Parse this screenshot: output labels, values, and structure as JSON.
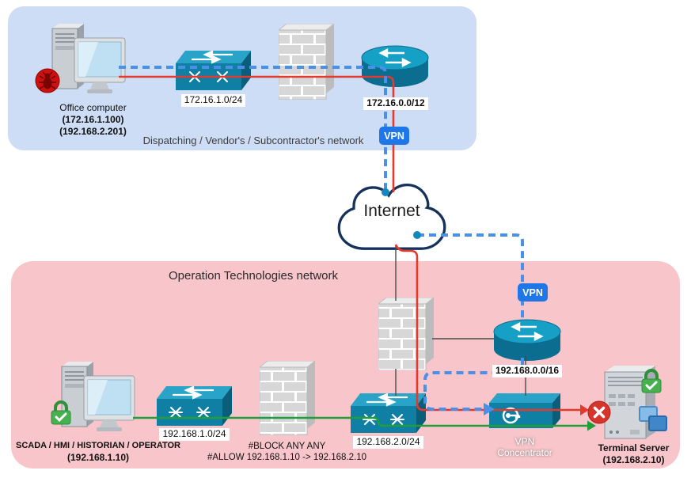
{
  "it_network": {
    "label": "Dispatching / Vendor's / Subcontractor's network",
    "office_computer": {
      "name": "Office computer",
      "ip1": "(172.16.1.100)",
      "ip2": "(192.168.2.201)"
    },
    "switch_label": "172.16.1.0/24",
    "router_label": "172.16.0.0/12"
  },
  "internet": {
    "label": "Internet"
  },
  "vpn": {
    "label": "VPN"
  },
  "ot_network": {
    "label": "Operation Technologies network",
    "router_label": "192.168.0.0/16",
    "scada": {
      "name": "SCADA / HMI / HISTORIAN / OPERATOR",
      "ip": "(192.168.1.10)"
    },
    "switch1_label": "192.168.1.0/24",
    "firewall_rules": {
      "line1": "#BLOCK ANY ANY",
      "line2": "#ALLOW 192.168.1.10 -> 192.168.2.10"
    },
    "switch2_label": "192.168.2.0/24",
    "vpn_concentrator": {
      "line1": "VPN",
      "line2": "Concentrator"
    },
    "terminal_server": {
      "name": "Terminal Server",
      "ip": "(192.168.2.10)"
    }
  },
  "colors": {
    "attack": "#e4392f",
    "vpn_path": "#4a8fe8",
    "allowed": "#1f9e3a",
    "vpn_badge": "#1e76e8",
    "it_bg": "#cdddf6",
    "ot_bg": "#f8c6ca"
  }
}
